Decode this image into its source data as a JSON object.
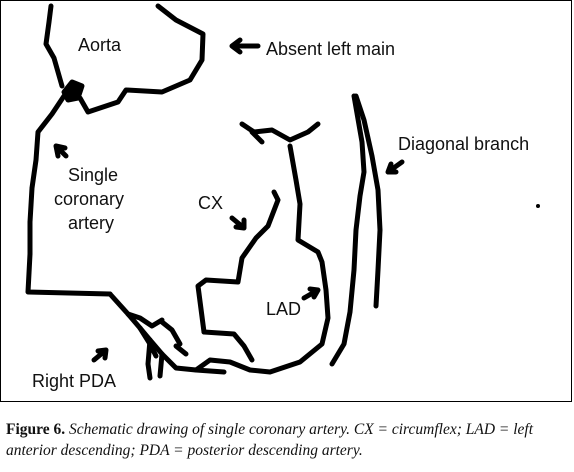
{
  "labels": {
    "aorta": "Aorta",
    "absent_left_main": "Absent left main",
    "diagonal_branch": "Diagonal branch",
    "single_coronary_line1": "Single",
    "single_coronary_line2": "coronary",
    "single_coronary_line3": "artery",
    "cx": "CX",
    "lad": "LAD",
    "right_pda": "Right PDA"
  },
  "caption": {
    "figure_label": "Figure 6.",
    "text": "Schematic drawing of single coronary artery. CX = circumflex; LAD = left anterior descending; PDA = posterior descending artery."
  }
}
